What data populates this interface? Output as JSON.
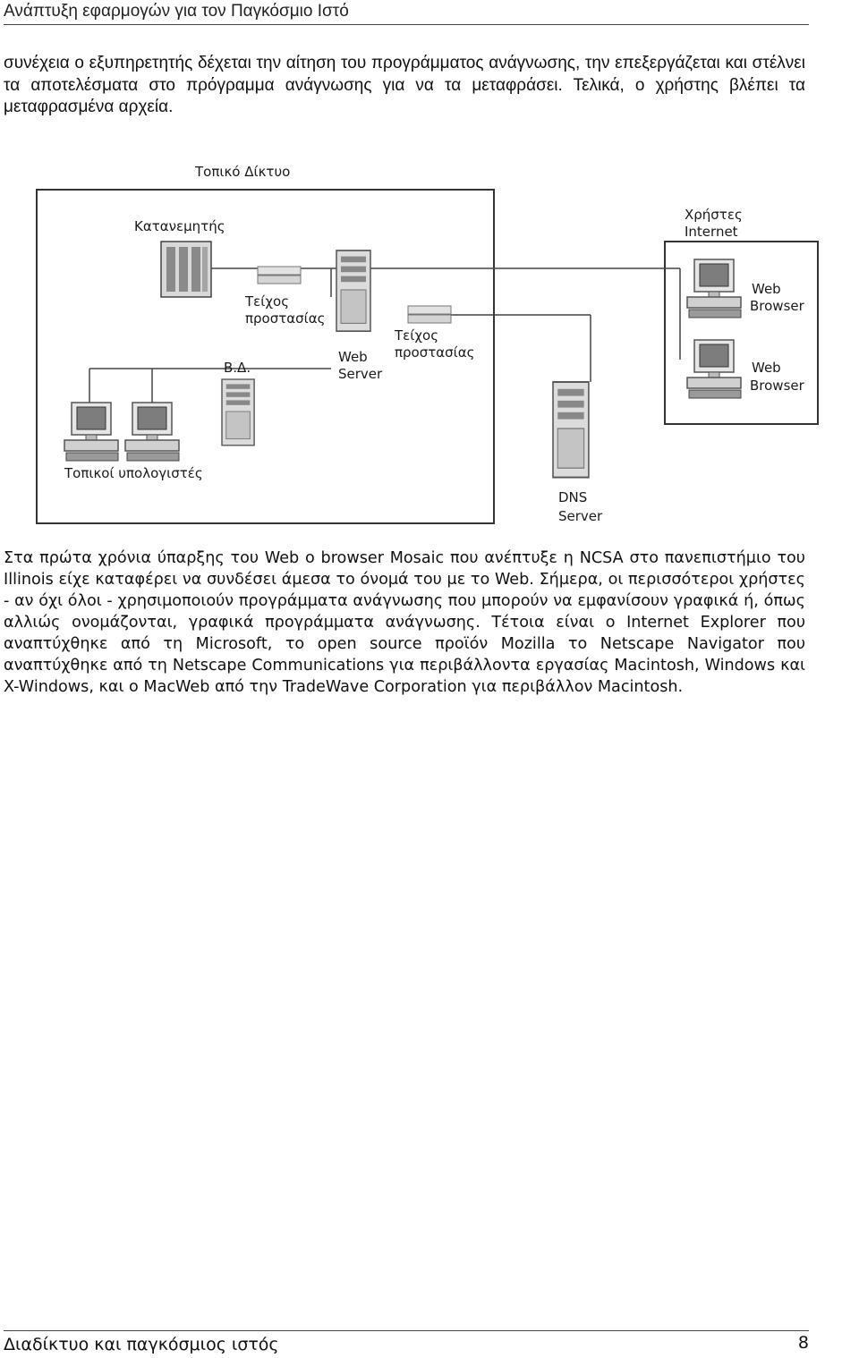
{
  "header": {
    "title": "Ανάπτυξη εφαρμογών για τον Παγκόσμιο Ιστό"
  },
  "body": {
    "paragraph1": "συνέχεια ο εξυπηρετητής δέχεται την αίτηση του προγράμματος ανάγνωσης, την επεξεργάζεται και στέλνει τα αποτελέσματα στο πρόγραμμα ανάγνωσης για να τα μεταφράσει. Τελικά, ο χρήστης βλέπει τα μεταφρασμένα αρχεία.",
    "paragraph2": "Στα πρώτα χρόνια ύπαρξης του Web ο browser Mosaic που ανέπτυξε η NCSA στο πανεπιστήμιο του Illinois είχε καταφέρει να συνδέσει άμεσα το όνομά του με το Web. Σήμερα, οι περισσότεροι χρήστες - αν όχι όλοι - χρησιμοποιούν προγράμματα ανάγνωσης που μπορούν να εμφανίσουν γραφικά ή, όπως αλλιώς ονομάζονται, γραφικά προγράμματα ανάγνωσης. Τέτοια είναι ο Internet Explorer που αναπτύχθηκε από τη Microsoft, το open source προϊόν Mozilla το Netscape Navigator που αναπτύχθηκε από τη Netscape Communications για περιβάλλοντα εργασίας Macintosh, Windows και X-Windows, και ο MacWeb από την TradeWave Corporation για περιβάλλον Macintosh."
  },
  "diagram": {
    "local_network_label": "Τοπικό Δίκτυο",
    "load_balancer_label": "Κατανεμητής",
    "firewall1_label": [
      "Τείχος",
      "προστασίας"
    ],
    "firewall2_label": [
      "Τείχος",
      "προστασίας"
    ],
    "db_label": "Β.Δ.",
    "web_server_label": [
      "Web",
      "Server"
    ],
    "local_computers_label": "Τοπικοί υπολογιστές",
    "internet_users_label": [
      "Χρήστες",
      "Internet"
    ],
    "web_browser1_label": [
      "Web",
      "Browser"
    ],
    "web_browser2_label": [
      "Web",
      "Browser"
    ],
    "dns_server_label": [
      "DNS",
      "Server"
    ]
  },
  "footer": {
    "title": "Διαδίκτυο και παγκόσμιος ιστός",
    "page_number": "8"
  }
}
